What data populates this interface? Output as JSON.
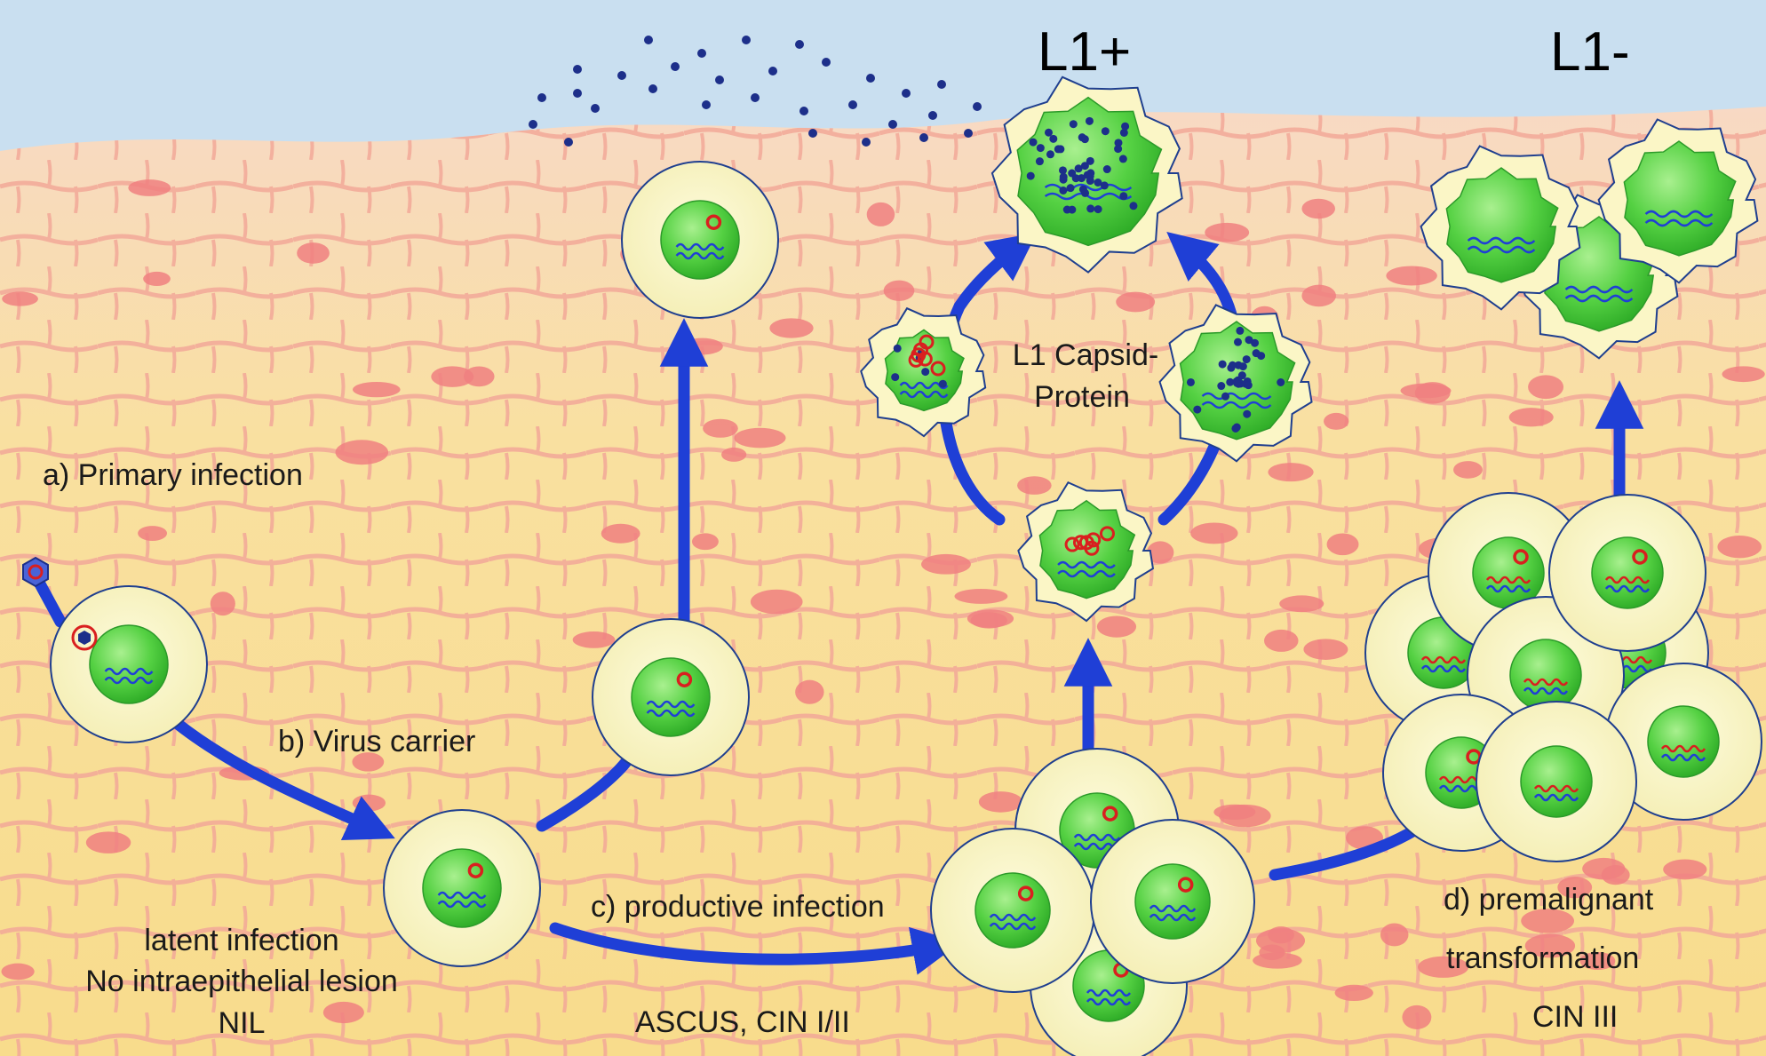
{
  "title_left": "L1+",
  "title_right": "L1-",
  "labels": {
    "primary_infection": "a) Primary infection",
    "virus_carrier": "b) Virus carrier",
    "productive_infection": "c) productive infection",
    "premalignant_line1": "d) premalignant",
    "premalignant_line2": "transformation",
    "capsid_line1": "L1 Capsid-",
    "capsid_line2": "Protein",
    "latent_line1": "latent infection",
    "latent_line2": "No intraepithelial lesion",
    "latent_line3": "NIL",
    "ascus": "ASCUS, CIN I/II",
    "cin3": "CIN III"
  },
  "colors": {
    "sky": "#c9dff0",
    "tissue_basal": "#f7d98a",
    "tissue_upper": "#f3d6b0",
    "cell_border": "#f0a58f",
    "nucleus_spot": "#ee7f7f",
    "infected_cell_fill": "#fbf7c6",
    "nucleus_green": "#5fd64e",
    "arrow_blue": "#1f3fd6",
    "dna_red": "#d91f1f",
    "virion_dark": "#1d2f8a"
  },
  "icons": [
    "virus-particle-icon",
    "arrow-icon",
    "cell-icon",
    "nucleus-icon",
    "episome-icon",
    "dna-strand-icon"
  ]
}
